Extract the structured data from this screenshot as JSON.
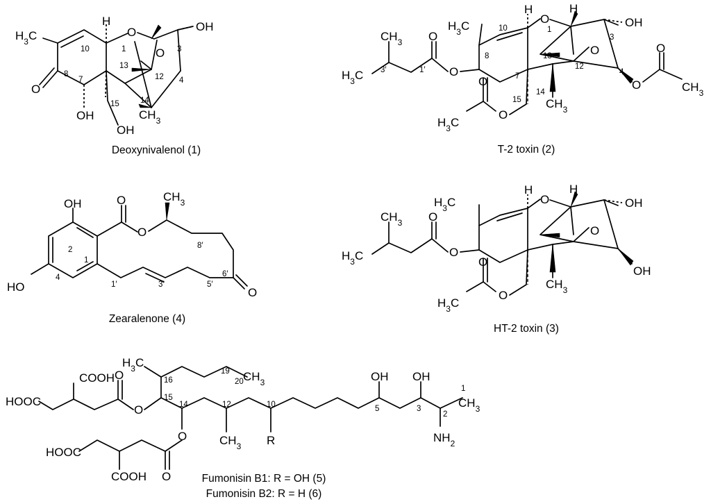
{
  "captions": {
    "don": "Deoxynivalenol (1)",
    "t2": "T-2 toxin (2)",
    "zea": "Zearalenone (4)",
    "ht2": "HT-2 toxin (3)",
    "fb1": "Fumonisin B1: R = OH (5)",
    "fb2": "Fumonisin B2: R = H (6)"
  },
  "labels": {
    "don": {
      "h3c": "H3C",
      "h": "H",
      "o1": "O",
      "oh3": "OH",
      "o8": "O",
      "oh7": "OH",
      "oh15": "OH",
      "o_ep": "O",
      "ch3": "CH3",
      "n10": "10",
      "n1": "1",
      "n3": "3",
      "n8": "8",
      "n7": "7",
      "n13": "13",
      "n12": "12",
      "n4": "4",
      "n15": "15",
      "n14": "14"
    },
    "t2": {
      "h3c": "H3C",
      "h_a": "H",
      "h_b": "H",
      "o1": "O",
      "oh3": "OH",
      "o_ep": "O",
      "ch3_14": "CH3",
      "h3c_ac": "H3C",
      "o15": "O",
      "o_ac15": "O",
      "o8": "O",
      "o_1p": "O",
      "ch3_iv": "CH3",
      "h3c_iv": "H3C",
      "o4": "O",
      "o_ac4": "O",
      "ch3_ac4": "CH3",
      "n10": "10",
      "n1": "1",
      "n3": "3",
      "n8": "8",
      "n7": "7",
      "n13": "13",
      "n12": "12",
      "n4": "4",
      "n15": "15",
      "n14": "14",
      "n3p": "3′",
      "n1p": "1′"
    },
    "zea": {
      "oh2": "OH",
      "ho4": "HO",
      "o_lac": "O",
      "o_ring": "O",
      "ch3": "CH3",
      "o6p": "O",
      "n2": "2",
      "n1": "1",
      "n4": "4",
      "n1p": "1′",
      "n3p": "3′",
      "n5p": "5′",
      "n6p": "6′",
      "n8p": "8′"
    },
    "ht2": {
      "h3c": "H3C",
      "h_a": "H",
      "h_b": "H",
      "o1": "O",
      "oh3": "OH",
      "oh4": "OH",
      "o_ep": "O",
      "ch3_14": "CH3",
      "h3c_ac": "H3C",
      "o15": "O",
      "o_ac15": "O",
      "o8": "O",
      "o_1p": "O",
      "ch3_iv": "CH3",
      "h3c_iv": "H3C"
    },
    "fb": {
      "h3c": "H3C",
      "ch3_20": "CH3",
      "ch3_1": "CH3",
      "oh5": "OH",
      "oh3": "OH",
      "nh2": "NH2",
      "ch3_12": "CH3",
      "r": "R",
      "cooh_a": "COOH",
      "hooc_a": "HOOC",
      "o_a1": "O",
      "o_a2": "O",
      "hooc_b": "HOOC",
      "cooh_b": "COOH",
      "o_b1": "O",
      "o_b2": "O",
      "n16": "16",
      "n19": "19",
      "n20": "20",
      "n15": "15",
      "n14": "14",
      "n12": "12",
      "n10": "10",
      "n5": "5",
      "n3": "3",
      "n1": "1",
      "n2": "2"
    }
  }
}
